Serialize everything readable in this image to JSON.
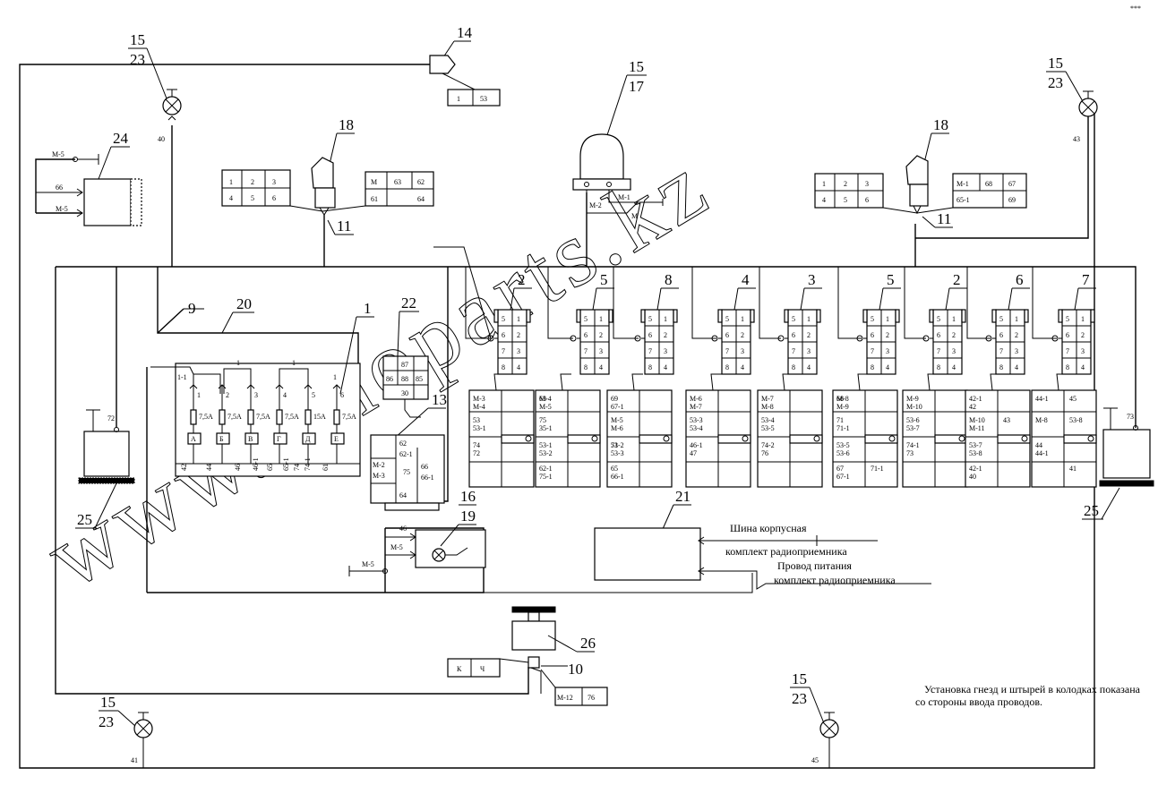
{
  "watermark": "www.sinoparts.kz",
  "corner_mark": "***",
  "note_line1": "Установка гнезд и штырей в колодках показана",
  "note_line2": "со стороны ввода проводов.",
  "radio_ground_line1": "Шина корпусная",
  "radio_ground_line2": "комплект радиоприемника",
  "radio_power_line1": "Провод питания",
  "radio_power_line2": "комплект радиоприемника",
  "lamps": [
    {
      "top": "15",
      "bottom": "23",
      "wire": "40"
    },
    {
      "top": "15",
      "bottom": "23",
      "wire": "43"
    },
    {
      "top": "15",
      "bottom": "23",
      "wire": "41"
    },
    {
      "top": "15",
      "bottom": "23",
      "wire": "45"
    }
  ],
  "top_lamp": {
    "top": "15",
    "bottom": "17",
    "w1": "М-1",
    "w2": "М-2",
    "w3": "М"
  },
  "switch14": {
    "label": "14",
    "cells": [
      "1",
      "53"
    ]
  },
  "motor24": {
    "label": "24",
    "w1": "М-5",
    "w2": "66",
    "w3": "М-5"
  },
  "sw18_left": {
    "label": "18",
    "sub": "11",
    "plug_a": [
      "1",
      "2",
      "3",
      "4",
      "5",
      "6"
    ],
    "plug_b": [
      "М",
      "63",
      "62",
      "61",
      "64"
    ]
  },
  "sw18_right": {
    "label": "18",
    "sub": "11",
    "plug_a": [
      "1",
      "2",
      "3",
      "4",
      "5",
      "6"
    ],
    "plug_b": [
      "М-1",
      "68",
      "67",
      "65-1",
      "69"
    ]
  },
  "relay_numbers": [
    "2",
    "5",
    "8",
    "4",
    "3",
    "5",
    "2",
    "6",
    "7"
  ],
  "relay_pins": [
    "5",
    "1",
    "6",
    "2",
    "7",
    "3",
    "8",
    "4"
  ],
  "connectors": [
    [
      [
        "М-3",
        "М-4"
      ],
      [
        "53",
        "53-1"
      ],
      [
        "74",
        "72"
      ]
    ],
    [
      [
        "63"
      ],
      [
        "М-4",
        "М-5"
      ],
      [
        "75",
        "35-1"
      ],
      [
        "53-1",
        "53-2"
      ],
      [
        "62-1",
        "75-1"
      ]
    ],
    [
      [
        "69",
        "67-1"
      ],
      [
        "М-5",
        "М-6"
      ],
      [
        "71"
      ],
      [
        "53-2",
        "53-3"
      ],
      [
        "65",
        "66-1"
      ]
    ],
    [
      [
        "М-6",
        "М-7"
      ],
      [
        "53-3",
        "53-4"
      ],
      [
        "46-1",
        "47"
      ]
    ],
    [
      [
        "М-7",
        "М-8"
      ],
      [
        "53-4",
        "53-5"
      ],
      [
        "74-2",
        "76"
      ]
    ],
    [
      [
        "68"
      ],
      [
        "М-8",
        "М-9"
      ],
      [
        "71",
        "71-1"
      ],
      [
        "53-5",
        "53-6"
      ],
      [
        "67",
        "67-1"
      ],
      [
        "71-1"
      ]
    ],
    [
      [
        "М-9",
        "М-10"
      ],
      [
        "53-6",
        "53-7"
      ],
      [
        "74-1",
        "73"
      ]
    ],
    [
      [
        "42-1",
        "42"
      ],
      [
        "43"
      ],
      [
        "М-10",
        "М-11"
      ],
      [
        "53-7",
        "53-8"
      ],
      [
        "42-1",
        "40"
      ]
    ],
    [
      [
        "44-1"
      ],
      [
        "45"
      ],
      [
        "М-8"
      ],
      [
        "53-8"
      ],
      [
        "44",
        "44-1"
      ],
      [
        "41"
      ]
    ]
  ],
  "fuse_block": {
    "label": "1",
    "bracket": "20",
    "wire9": "9",
    "terminals": [
      "1-1",
      "1",
      "2",
      "3",
      "4",
      "5",
      "6"
    ],
    "fuses": [
      "7,5A",
      "7,5A",
      "7,5A",
      "7,5A",
      "15A",
      "7,5A"
    ],
    "outputs": [
      "А",
      "Б",
      "В",
      "Г",
      "Д",
      "Е"
    ],
    "wires": [
      "42",
      "44",
      "46",
      "46-1",
      "65",
      "65-1",
      "74",
      "74-1",
      "61"
    ]
  },
  "block22": {
    "label": "22",
    "cells": [
      "87",
      "86",
      "88",
      "85",
      "30"
    ]
  },
  "block13": {
    "label": "13",
    "cells": [
      "62",
      "62-1",
      "М-2",
      "М-3",
      "75",
      "66",
      "66-1",
      "64"
    ]
  },
  "horn25_left": {
    "label": "25",
    "wire": "72"
  },
  "horn25_right": {
    "label": "25",
    "wire": "73"
  },
  "switch16": {
    "label": "16",
    "lamp": "19",
    "w1": "46",
    "w2": "М-5",
    "w3": "М-5"
  },
  "radio21": {
    "label": "21"
  },
  "unit26": {
    "label": "26",
    "sub": "10",
    "left_plug": [
      "К",
      "Ч"
    ],
    "right_plug": [
      "М-12",
      "76"
    ]
  }
}
